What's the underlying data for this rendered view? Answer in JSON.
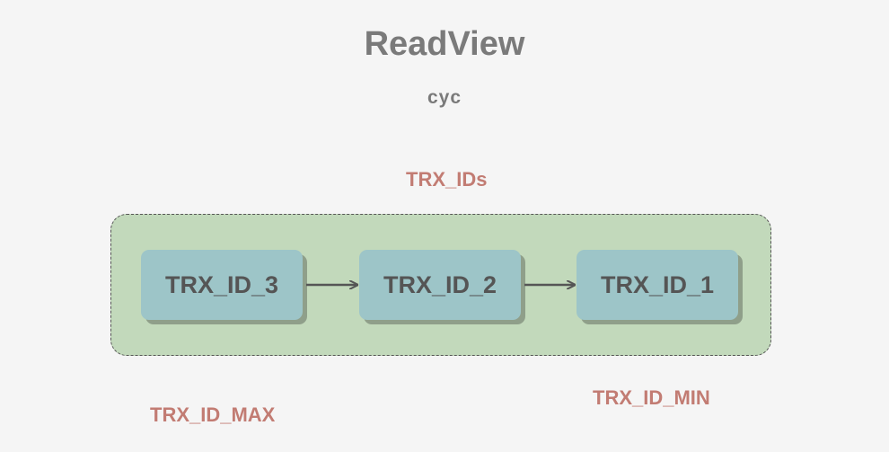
{
  "title": "ReadView",
  "subtitle": "cyc",
  "group_label": "TRX_IDs",
  "nodes": [
    {
      "label": "TRX_ID_3"
    },
    {
      "label": "TRX_ID_2"
    },
    {
      "label": "TRX_ID_1"
    }
  ],
  "max_label": "TRX_ID_MAX",
  "min_label": "TRX_ID_MIN",
  "colors": {
    "background": "#f5f5f5",
    "group_fill": "#c2d9bb",
    "node_fill": "#9dc5c8",
    "label_text": "#c27c73",
    "title_text": "#7a7a7a",
    "node_text": "#555555"
  }
}
